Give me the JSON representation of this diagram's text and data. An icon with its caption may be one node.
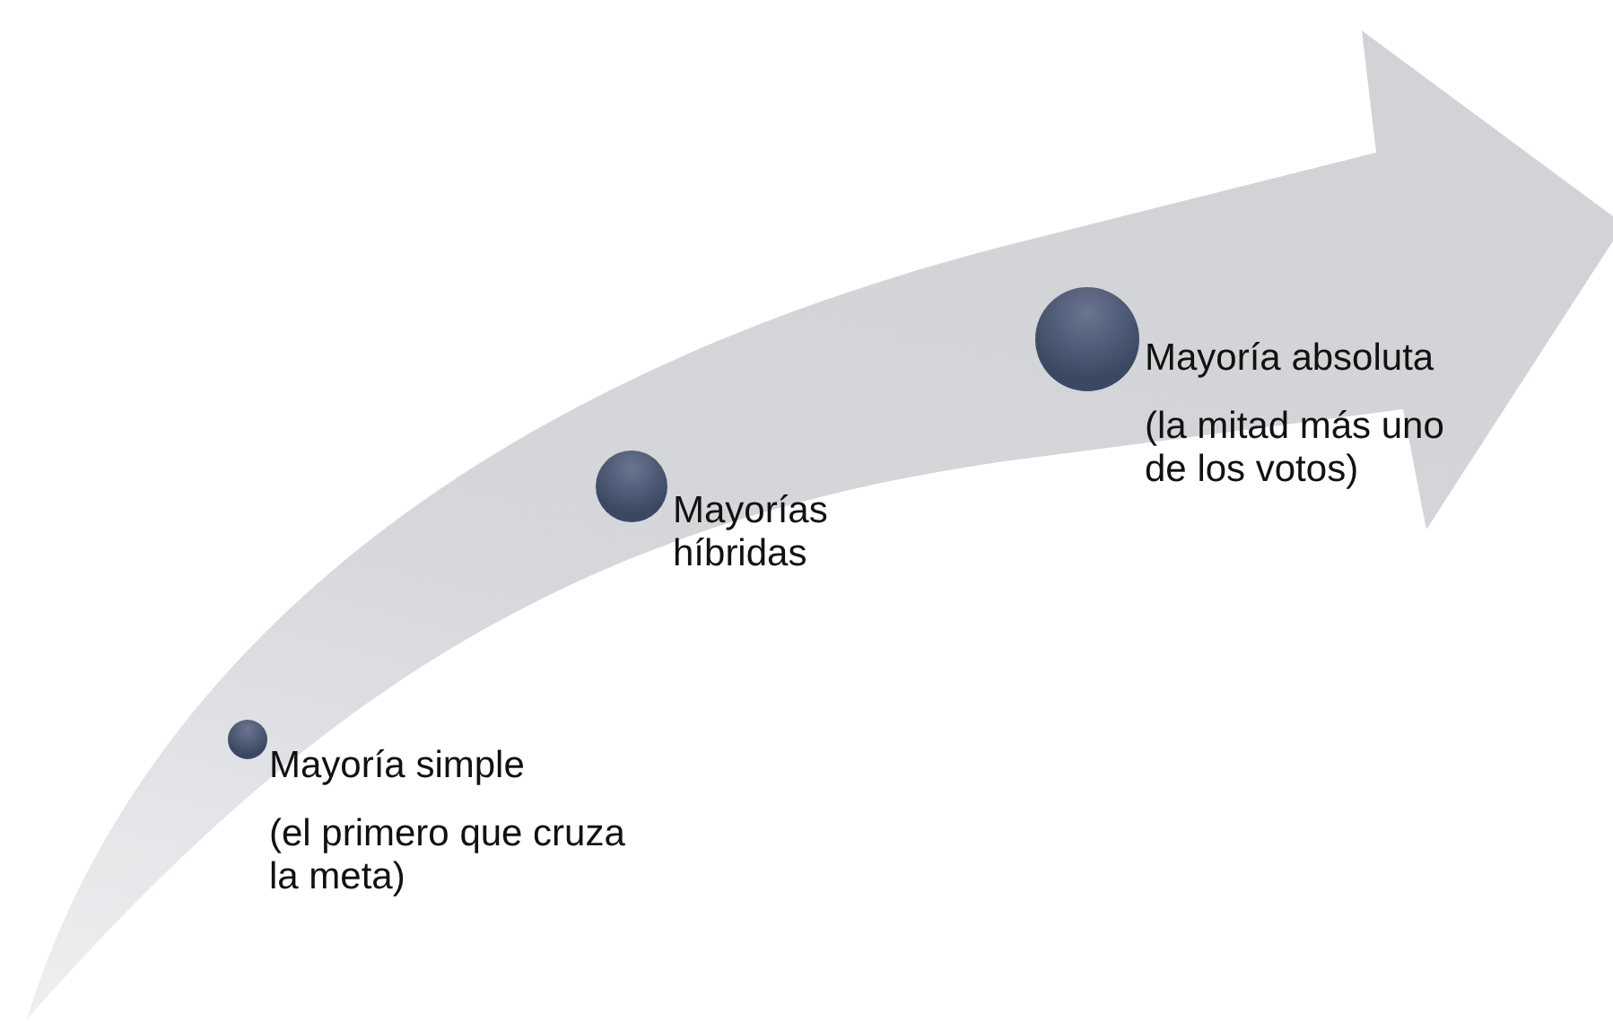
{
  "diagram": {
    "nodes": [
      {
        "text": [],
        "shape": "circle",
        "beside": [
          "Mayoría simple",
          "(el primero que cruza la meta)"
        ]
      },
      {
        "text": [],
        "shape": "circle",
        "beside": [
          "Mayorías híbridas"
        ]
      },
      {
        "text": [],
        "shape": "circle",
        "beside": [
          "Mayoría absoluta",
          "(la mitad más uno de los votos)"
        ]
      }
    ]
  }
}
